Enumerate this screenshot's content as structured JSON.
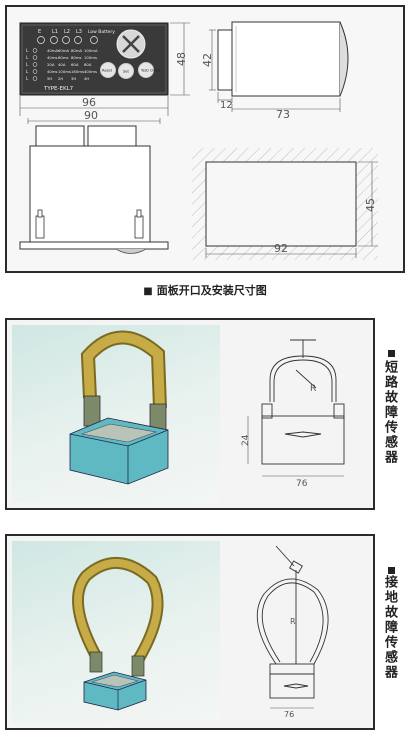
{
  "panel_dims": {
    "front_width": "96",
    "front_inner": "90",
    "front_height": "48",
    "side_height": "42",
    "side_depth": "73",
    "side_flange": "12",
    "cutout_width": "92",
    "cutout_height": "45"
  },
  "device": {
    "model": "TYPE-EKL7",
    "indicator_headers": [
      "E",
      "L1",
      "L2",
      "L3",
      "Low Battery"
    ],
    "rows": [
      {
        "letter": "L",
        "values": [
          "40mA",
          "60mA",
          "80mA",
          "100mA"
        ]
      },
      {
        "letter": "L",
        "values": [
          "40ms",
          "60ms",
          "80ms",
          "100ms"
        ]
      },
      {
        "letter": "L",
        "values": [
          "20A",
          "40A",
          "60A",
          "80A"
        ]
      },
      {
        "letter": "L",
        "values": [
          "40ms",
          "100ms",
          "160ms",
          "400ms"
        ]
      },
      {
        "letter": "L",
        "values": [
          "5H",
          "2H",
          "3H",
          "4H"
        ]
      }
    ],
    "buttons": [
      "Reset",
      "Set",
      "Test/ Check"
    ]
  },
  "caption1": "面板开口及安装尺寸图",
  "sensor1": {
    "label": "短路故障传感器",
    "dims": {
      "height": "24",
      "width": "76",
      "radius": "R"
    }
  },
  "sensor2": {
    "label": "接地故障传感器",
    "dims": {
      "width": "76",
      "radius": "R"
    }
  },
  "colors": {
    "border": "#2b2b2b",
    "device_face": "#3a3a3a",
    "sensor_body": "#5fb9c2",
    "clamp_band": "#b79c3a"
  }
}
